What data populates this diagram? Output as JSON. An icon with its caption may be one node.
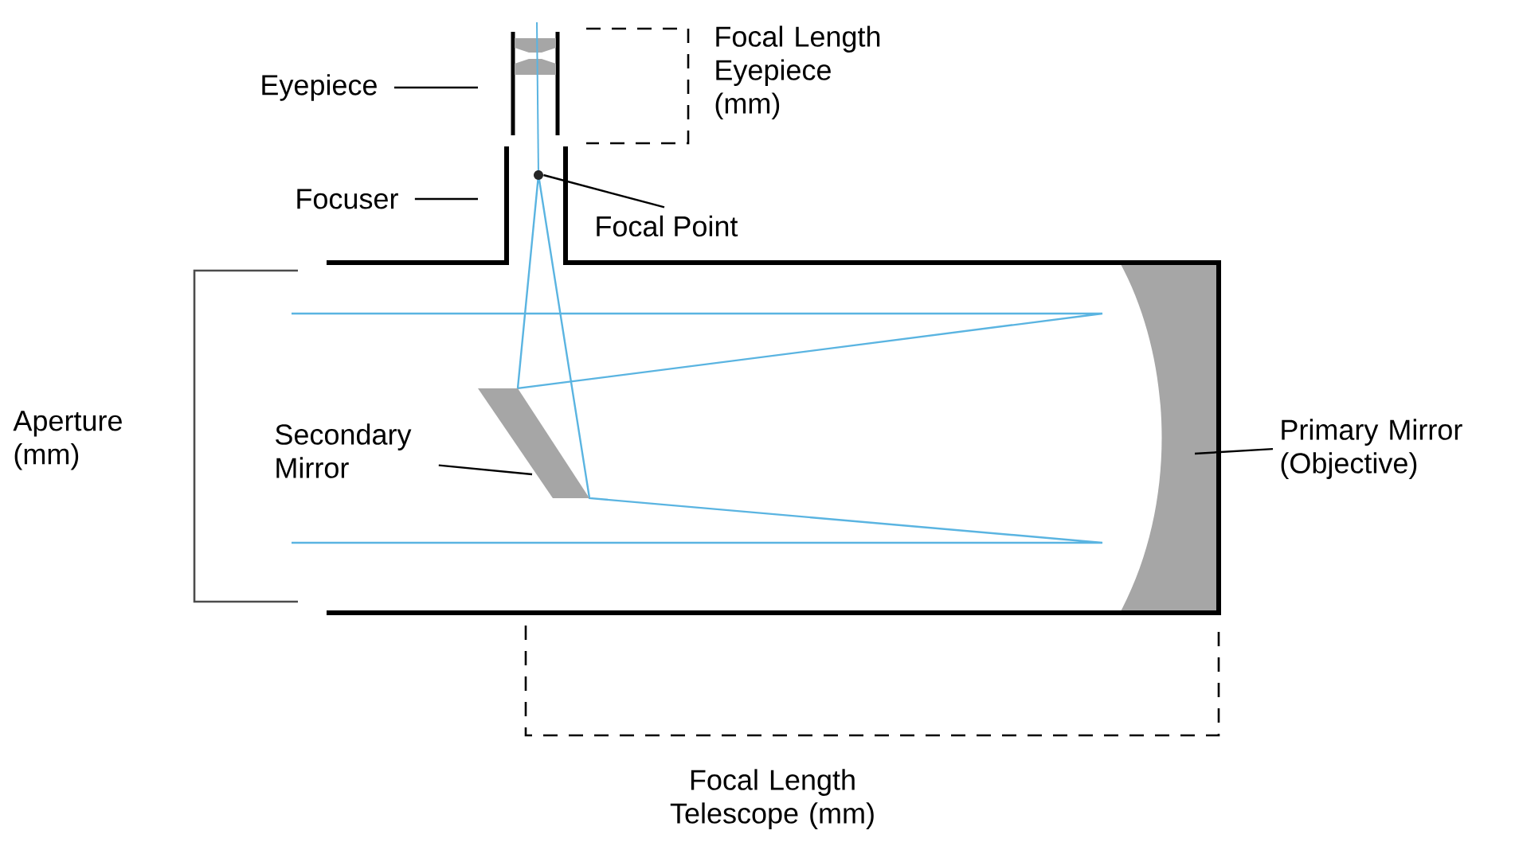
{
  "diagram": {
    "nodes": [
      {
        "text": [
          "Eyepiece"
        ]
      },
      {
        "text": [
          "Focuser"
        ]
      },
      {
        "text": [
          "Focal Point"
        ]
      },
      {
        "text": [],
        "shape": "circle"
      },
      {
        "text": [
          "Secondary Mirror"
        ]
      },
      {
        "text": [],
        "shape": "bar"
      },
      {
        "text": [
          "Primary Mirror (Objective)"
        ]
      }
    ],
    "edges": [
      {
        "from": 0,
        "to": null,
        "arrow": "none"
      },
      {
        "from": 1,
        "to": null,
        "arrow": "none"
      },
      {
        "from": 3,
        "to": 2,
        "arrow": "none"
      },
      {
        "from": 4,
        "to": 5,
        "arrow": "none"
      },
      {
        "from": 6,
        "to": null,
        "arrow": "none"
      }
    ],
    "labels": [
      "Focal Length Eyepiece (mm)",
      "Aperture (mm)",
      "Focal Length Telescope (mm)"
    ]
  }
}
